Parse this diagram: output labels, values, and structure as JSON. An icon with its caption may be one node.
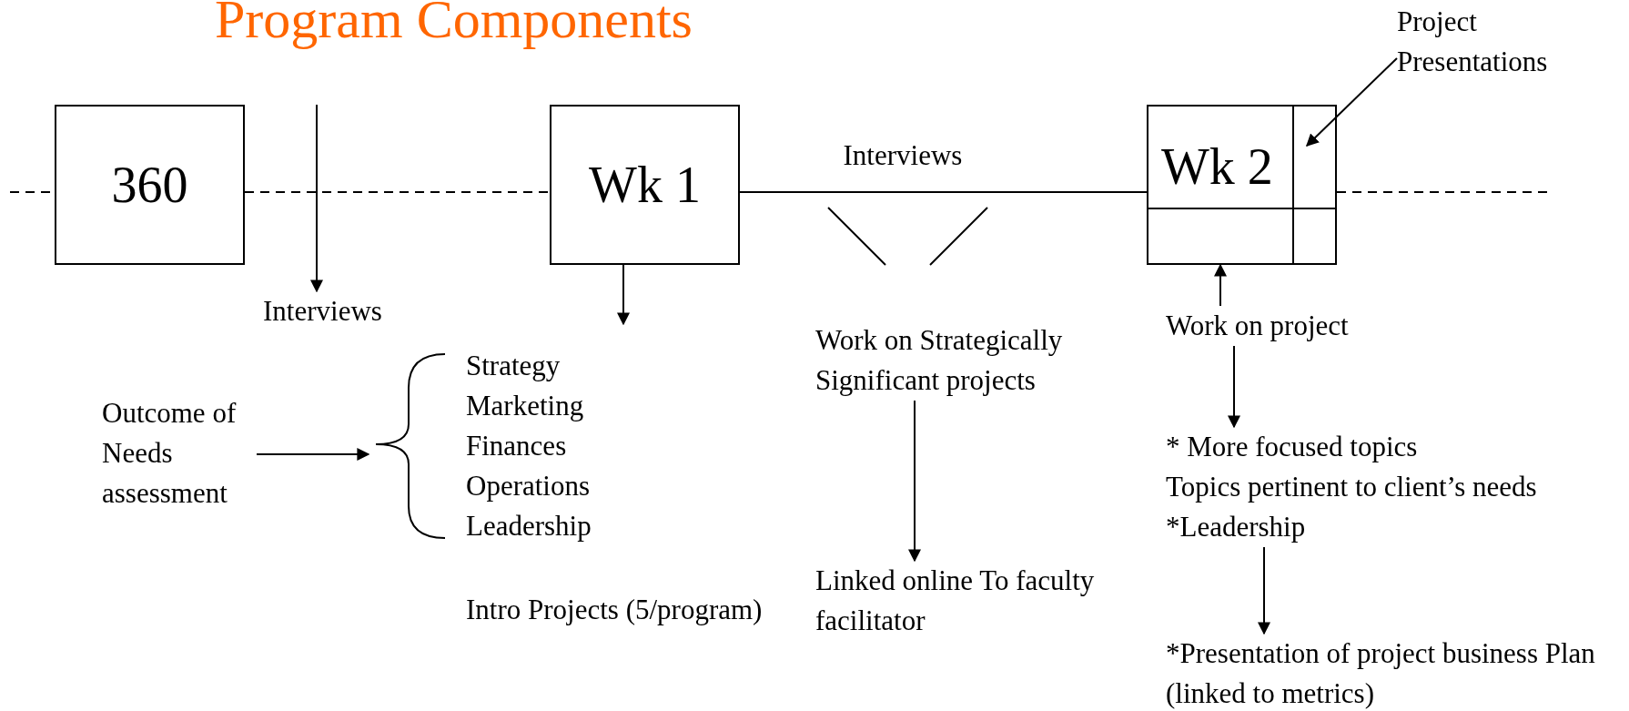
{
  "diagram": {
    "title": "Program Components",
    "nodes": [
      {
        "text": [
          "360"
        ]
      },
      {
        "text": [
          "Wk 1"
        ]
      },
      {
        "text": [
          "Wk 2"
        ]
      },
      {
        "text": [
          "Interviews"
        ]
      },
      {
        "text": [
          "Outcome of Needs assessment"
        ]
      },
      {
        "text": [
          "Strategy",
          "Marketing",
          "Finances",
          "Operations",
          "Leadership"
        ]
      },
      {
        "text": [
          "Work on Strategically Significant projects"
        ]
      },
      {
        "text": [
          "Linked online To faculty facilitator"
        ]
      },
      {
        "text": [
          "Work on project"
        ]
      },
      {
        "text": [
          "* More focused topics",
          "Topics pertinent to client’s needs",
          "*Leadership"
        ]
      },
      {
        "text": [
          "*Presentation of project business Plan (linked to metrics)"
        ]
      },
      {
        "text": [
          "Project Presentations"
        ]
      }
    ],
    "edges": [
      {
        "from": null,
        "to": 0,
        "arrow": "none",
        "style": "dashed"
      },
      {
        "from": 0,
        "to": 1,
        "arrow": "none",
        "style": "dashed"
      },
      {
        "from": 1,
        "to": 2,
        "arrow": "none",
        "label": "Interviews"
      },
      {
        "from": 2,
        "to": null,
        "arrow": "none",
        "style": "dashed"
      },
      {
        "from": null,
        "to": 3,
        "arrow": "to"
      },
      {
        "from": 4,
        "to": 5,
        "arrow": "to"
      },
      {
        "from": 1,
        "to": 5,
        "arrow": "to"
      },
      {
        "from": 6,
        "to": 7,
        "arrow": "to"
      },
      {
        "from": 8,
        "to": 2,
        "arrow": "to"
      },
      {
        "from": 8,
        "to": 9,
        "arrow": "to"
      },
      {
        "from": 9,
        "to": 10,
        "arrow": "to"
      },
      {
        "from": 11,
        "to": 2,
        "arrow": "to"
      }
    ],
    "labels": [
      "Intro Projects (5/program)"
    ]
  }
}
